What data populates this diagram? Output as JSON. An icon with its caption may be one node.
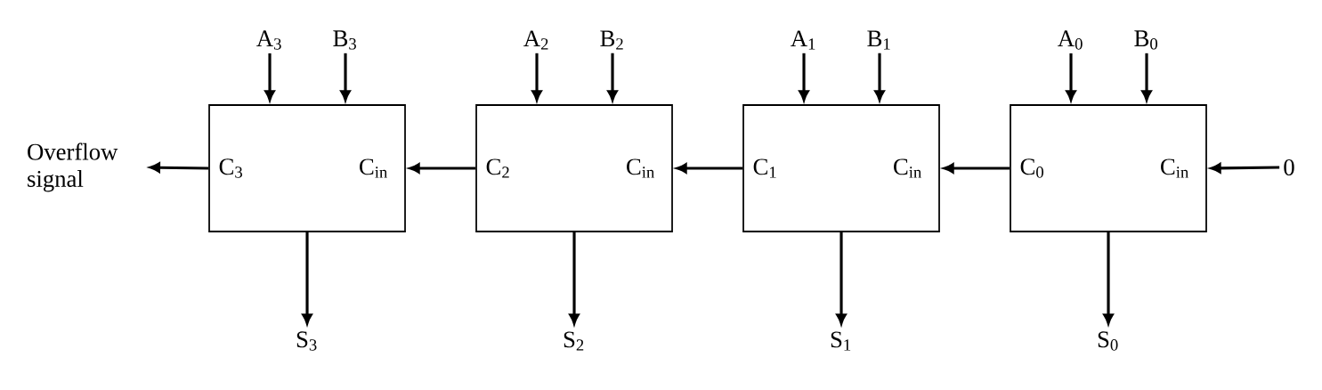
{
  "diagram": {
    "nodes": [
      {
        "text": [
          "A$_{3}$"
        ]
      },
      {
        "text": [
          "B$_{3}$"
        ]
      },
      {
        "text": [
          "A$_{2}$"
        ]
      },
      {
        "text": [
          "B$_{2}$"
        ]
      },
      {
        "text": [
          "A$_{1}$"
        ]
      },
      {
        "text": [
          "B$_{1}$"
        ]
      },
      {
        "text": [
          "A$_{0}$"
        ]
      },
      {
        "text": [
          "B$_{0}$"
        ]
      },
      {
        "text": [
          "Overflow signal"
        ]
      },
      {
        "text": [
          "C$_{3}$",
          "C$_{in}$"
        ]
      },
      {
        "text": [
          "C$_{2}$",
          "C$_{in}$"
        ]
      },
      {
        "text": [
          "C$_{1}$",
          "C$_{in}$"
        ]
      },
      {
        "text": [
          "C$_{0}$",
          "C$_{in}$"
        ]
      },
      {
        "text": [
          "0"
        ]
      },
      {
        "text": [
          "S$_{3}$"
        ]
      },
      {
        "text": [
          "S$_{2}$"
        ]
      },
      {
        "text": [
          "S$_{1}$"
        ]
      },
      {
        "text": [
          "S$_{0}$"
        ]
      }
    ],
    "edges": [
      {
        "from": 0,
        "to": 9,
        "arrow": "to"
      },
      {
        "from": 1,
        "to": 9,
        "arrow": "to"
      },
      {
        "from": 2,
        "to": 10,
        "arrow": "to"
      },
      {
        "from": 3,
        "to": 10,
        "arrow": "to"
      },
      {
        "from": 4,
        "to": 11,
        "arrow": "to"
      },
      {
        "from": 5,
        "to": 11,
        "arrow": "to"
      },
      {
        "from": 6,
        "to": 12,
        "arrow": "to"
      },
      {
        "from": 7,
        "to": 12,
        "arrow": "to"
      },
      {
        "from": 9,
        "to": 8,
        "arrow": "to"
      },
      {
        "from": 10,
        "to": 9,
        "arrow": "to"
      },
      {
        "from": 11,
        "to": 10,
        "arrow": "to"
      },
      {
        "from": 12,
        "to": 11,
        "arrow": "to"
      },
      {
        "from": 13,
        "to": 12,
        "arrow": "to"
      },
      {
        "from": 9,
        "to": 14,
        "arrow": "to"
      },
      {
        "from": 10,
        "to": 15,
        "arrow": "to"
      },
      {
        "from": 11,
        "to": 16,
        "arrow": "to"
      },
      {
        "from": 12,
        "to": 17,
        "arrow": "to"
      }
    ]
  }
}
